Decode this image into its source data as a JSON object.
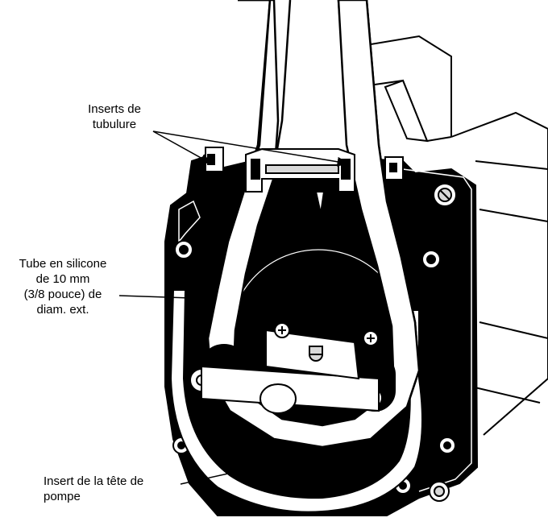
{
  "labels": {
    "tubing_inserts": {
      "line1": "Inserts de",
      "line2": "tubulure"
    },
    "silicone_tube": {
      "line1": "Tube en silicone",
      "line2": "de 10 mm",
      "line3": "(3/8 pouce) de",
      "line4": "diam. ext."
    },
    "pump_head_insert": {
      "line1": "Insert de la tête de",
      "line2": "pompe"
    }
  },
  "colors": {
    "ink": "#000000",
    "paper": "#ffffff",
    "shade": "#d9d9d9"
  }
}
